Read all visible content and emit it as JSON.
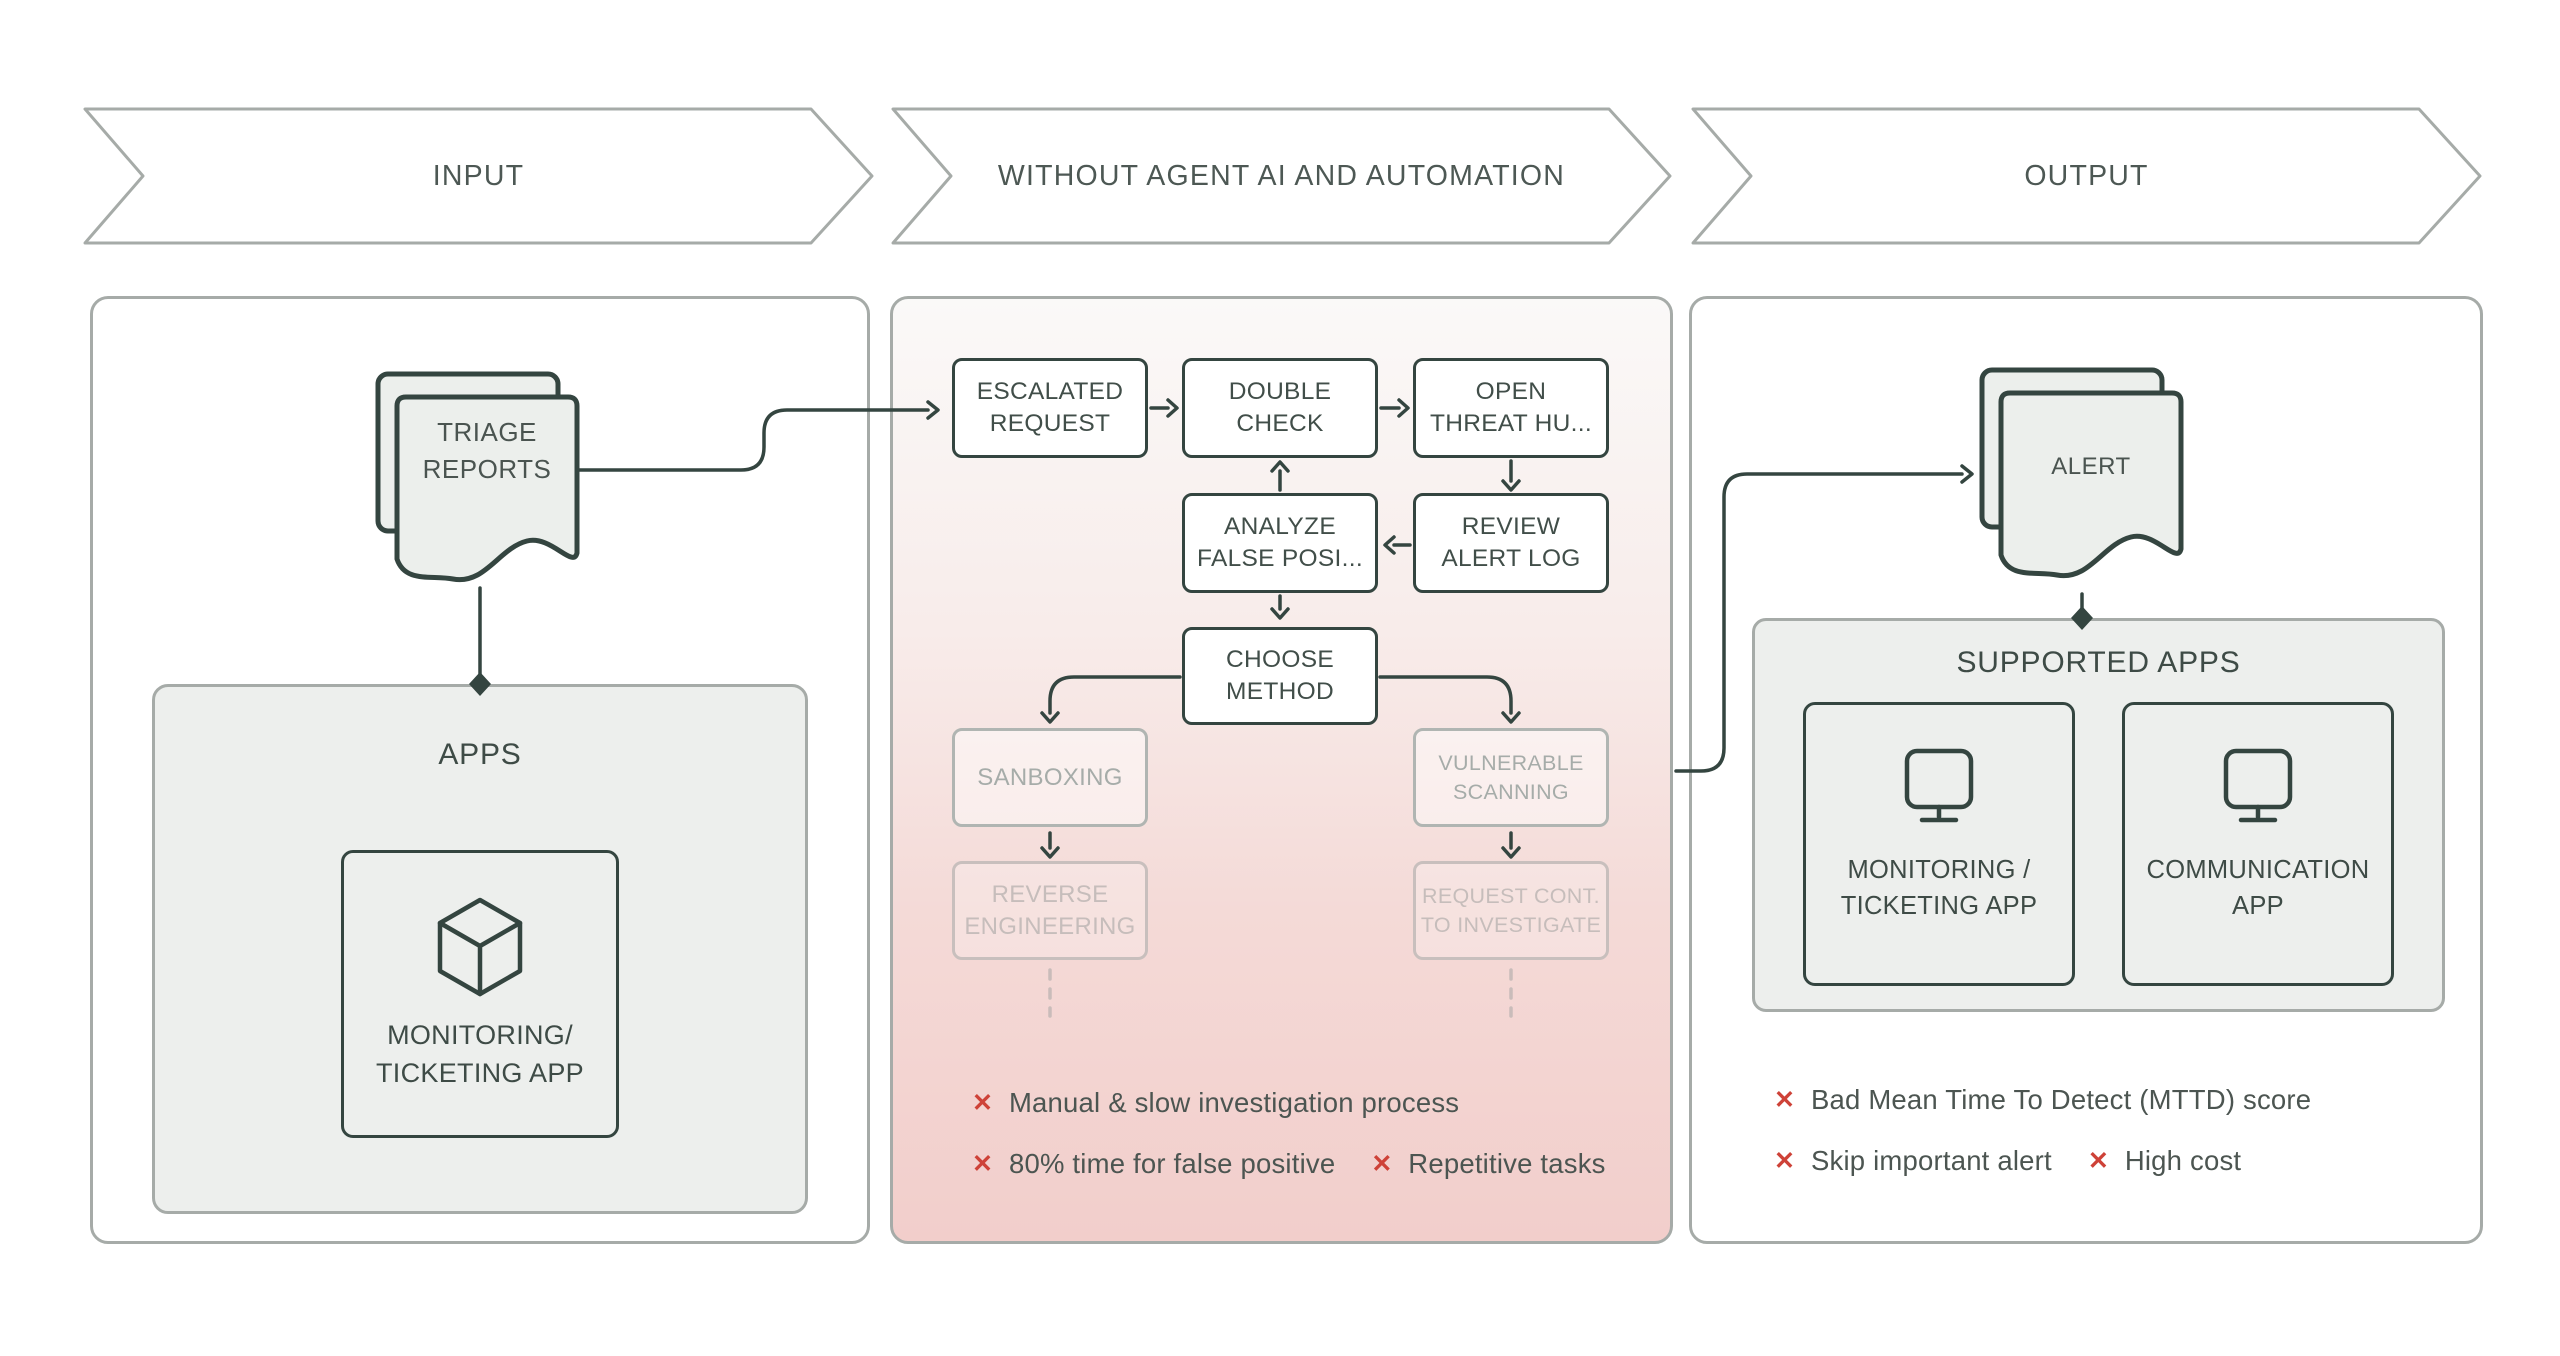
{
  "banners": {
    "input": "INPUT",
    "process": "WITHOUT AGENT AI AND AUTOMATION",
    "output": "OUTPUT"
  },
  "marks": {
    "x": "✕"
  },
  "input_panel": {
    "document": "TRIAGE\nREPORTS",
    "apps": {
      "title": "APPS",
      "app_label": "MONITORING/\nTICKETING APP",
      "app_icon": "cube-icon"
    }
  },
  "process_panel": {
    "boxes": {
      "escalated_request": "ESCALATED\nREQUEST",
      "double_check": "DOUBLE\nCHECK",
      "open_threat_hunting": "OPEN\nTHREAT HU...",
      "analyze_false_positive": "ANALYZE\nFALSE POSI...",
      "review_alert_log": "REVIEW\nALERT LOG",
      "choose_method": "CHOOSE\nMETHOD",
      "sandboxing": "SANBOXING",
      "vulnerable_scanning": "VULNERABLE\nSCANNING",
      "reverse_engineering": "REVERSE\nENGINEERING",
      "request_cont_investigate": "REQUEST CONT.\nTO INVESTIGATE"
    },
    "issues": {
      "row1": [
        "Manual & slow investigation process"
      ],
      "row2": [
        "80% time for false positive",
        "Repetitive tasks"
      ]
    }
  },
  "output_panel": {
    "document": "ALERT",
    "supported_apps": {
      "title": "SUPPORTED APPS",
      "app1": "MONITORING /\nTICKETING APP",
      "app2": "COMMUNICATION\nAPP",
      "app_icon": "monitor-icon"
    },
    "issues": {
      "row1": [
        "Bad Mean Time To Detect (MTTD) score"
      ],
      "row2": [
        "Skip important alert",
        "High cost"
      ]
    }
  },
  "colors": {
    "slate_dark": "#344540",
    "panel_border_gray": "#A6ABA8",
    "light_fill": "#EDEFED",
    "pink_bottom": "#F2CECB",
    "issue_red": "#CE4238",
    "faded_gray_text": "#A6ACA9",
    "faded_pink_text": "#C6BDBB"
  }
}
